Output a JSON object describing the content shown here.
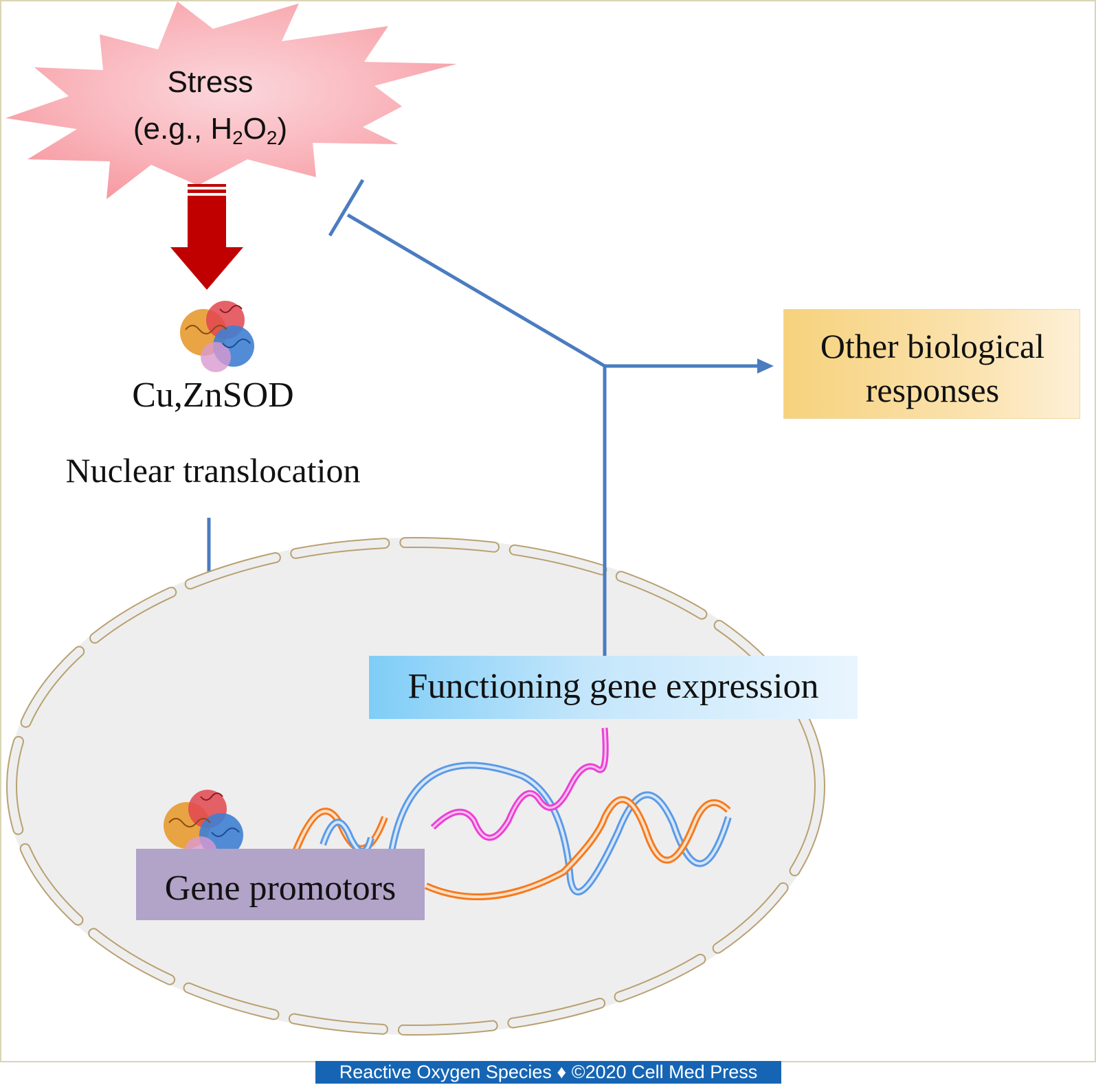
{
  "stress": {
    "title": "Stress",
    "example_prefix": "(e.g., H",
    "example_sub1": "2",
    "example_mid": "O",
    "example_sub2": "2",
    "example_suffix": ")"
  },
  "enzyme_label": "Cu,ZnSOD",
  "translocation_label": "Nuclear translocation",
  "other_responses_label": "Other biological responses",
  "gene_expression_label": "Functioning gene expression",
  "gene_promotors_label": "Gene promotors",
  "footer_text": "Reactive Oxygen Species ♦ ©2020 Cell Med Press",
  "colors": {
    "stress_burst": "#f9a3a9",
    "big_arrow": "#c00000",
    "pathway_lines": "#4a7cc0",
    "nucleus_fill": "#eeeeee",
    "nucleus_outline": "#b8a070",
    "dna_orange": "#f57a1f",
    "dna_blue": "#5b9ae6",
    "rna_magenta": "#ec3fd6",
    "footer_bg": "#1665b4"
  }
}
